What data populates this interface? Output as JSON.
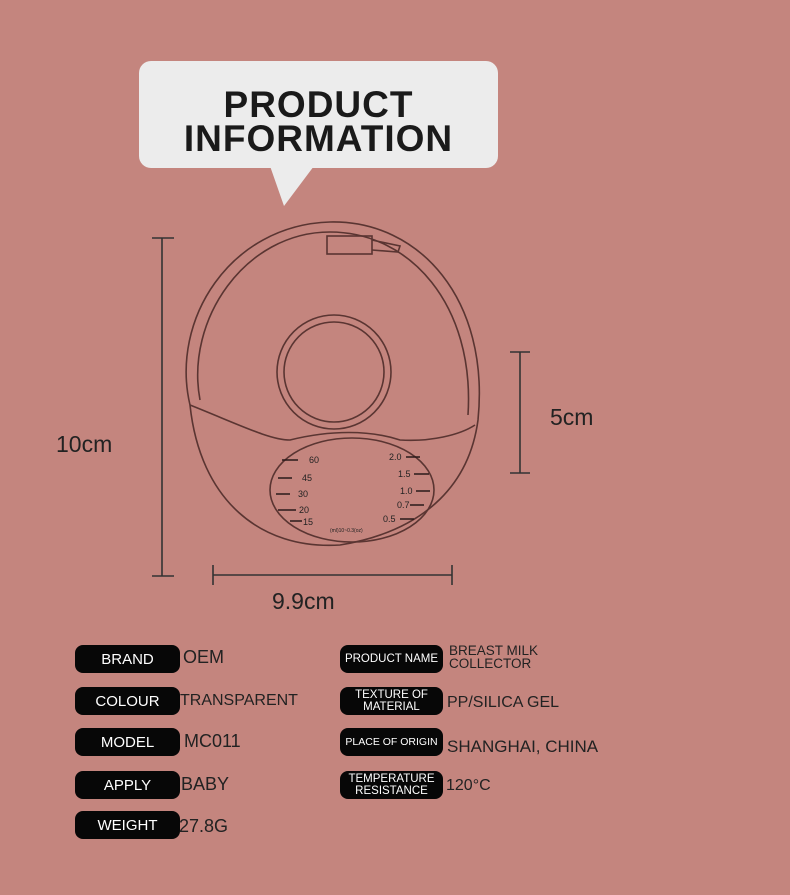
{
  "header": {
    "title_line1": "PRODUCT",
    "title_line2": "INFORMATION"
  },
  "dimensions": {
    "height": "10cm",
    "width": "9.9cm",
    "inner": "5cm"
  },
  "scale": {
    "ml": [
      "60",
      "45",
      "30",
      "20",
      "15"
    ],
    "oz": [
      "2.0",
      "1.5",
      "1.0",
      "0.7",
      "0.5"
    ],
    "caption": "(ml)10~0.3(oz)"
  },
  "specs_left": [
    {
      "label": "BRAND",
      "value": "OEM"
    },
    {
      "label": "COLOUR",
      "value": "TRANSPARENT"
    },
    {
      "label": "MODEL",
      "value": "MC011"
    },
    {
      "label": "APPLY",
      "value": "BABY"
    },
    {
      "label": "WEIGHT",
      "value": "27.8G"
    }
  ],
  "specs_right": [
    {
      "label": "PRODUCT NAME",
      "value": "BREAST MILK COLLECTOR"
    },
    {
      "label": "TEXTURE OF MATERIAL",
      "value": "PP/SILICA GEL"
    },
    {
      "label": "PLACE OF ORIGIN",
      "value": "SHANGHAI, CHINA"
    },
    {
      "label": "TEMPERATURE RESISTANCE",
      "value": "120°C"
    }
  ],
  "colors": {
    "background": "#c4857e",
    "pill": "#070707",
    "bubble": "#ececec"
  }
}
